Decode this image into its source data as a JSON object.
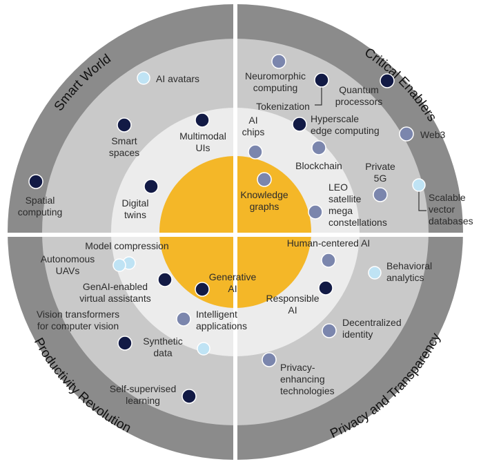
{
  "colors": {
    "outer_ring": "#8b8b8b",
    "ring2": "#c9c9c9",
    "ring3": "#ececec",
    "core": "#f4b728",
    "divider": "#ffffff",
    "dot_dark": "#121a45",
    "dot_mid": "#7b86ad",
    "dot_light": "#bfe3f4"
  },
  "quadrants": {
    "smart_world": "Smart World",
    "critical_enablers": "Critical Enablers",
    "productivity_revolution": "Productivity Revolution",
    "privacy_transparency": "Privacy and Transparency"
  },
  "items": [
    {
      "id": "ai-avatars",
      "lines": [
        "AI avatars"
      ],
      "tone": "light"
    },
    {
      "id": "smart-spaces",
      "lines": [
        "Smart",
        "spaces"
      ],
      "tone": "dark"
    },
    {
      "id": "multimodal-uis",
      "lines": [
        "Multimodal",
        "UIs"
      ],
      "tone": "dark"
    },
    {
      "id": "spatial-computing",
      "lines": [
        "Spatial",
        "computing"
      ],
      "tone": "dark"
    },
    {
      "id": "digital-twins",
      "lines": [
        "Digital",
        "twins"
      ],
      "tone": "dark"
    },
    {
      "id": "neuromorphic-computing",
      "lines": [
        "Neuromorphic",
        "computing"
      ],
      "tone": "mid"
    },
    {
      "id": "quantum-processors",
      "lines": [
        "Quantum",
        "processors"
      ],
      "tone": "dark"
    },
    {
      "id": "tokenization",
      "lines": [
        "Tokenization"
      ],
      "tone": "dark"
    },
    {
      "id": "hyperscale-edge",
      "lines": [
        "Hyperscale",
        "edge computing"
      ],
      "tone": "dark"
    },
    {
      "id": "ai-chips",
      "lines": [
        "AI",
        "chips"
      ],
      "tone": "mid"
    },
    {
      "id": "web3",
      "lines": [
        "Web3"
      ],
      "tone": "mid"
    },
    {
      "id": "blockchain",
      "lines": [
        "Blockchain"
      ],
      "tone": "mid"
    },
    {
      "id": "private-5g",
      "lines": [
        "Private",
        "5G"
      ],
      "tone": "mid"
    },
    {
      "id": "scalable-vector-db",
      "lines": [
        "Scalable",
        "vector",
        "databases"
      ],
      "tone": "light"
    },
    {
      "id": "knowledge-graphs",
      "lines": [
        "Knowledge",
        "graphs"
      ],
      "tone": "mid"
    },
    {
      "id": "leo-satellite",
      "lines": [
        "LEO",
        "satellite",
        "mega",
        "constellations"
      ],
      "tone": "mid"
    },
    {
      "id": "model-compression",
      "lines": [
        "Model compression"
      ],
      "tone": "light"
    },
    {
      "id": "autonomous-uavs",
      "lines": [
        "Autonomous",
        "UAVs"
      ],
      "tone": "light"
    },
    {
      "id": "genai-assistants",
      "lines": [
        "GenAI-enabled",
        "virtual assistants"
      ],
      "tone": "dark"
    },
    {
      "id": "generative-ai",
      "lines": [
        "Generative",
        "AI"
      ],
      "tone": "dark"
    },
    {
      "id": "intelligent-apps",
      "lines": [
        "Intelligent",
        "applications"
      ],
      "tone": "mid"
    },
    {
      "id": "vision-transformers",
      "lines": [
        "Vision transformers",
        "for computer vision"
      ],
      "tone": "dark"
    },
    {
      "id": "synthetic-data",
      "lines": [
        "Synthetic",
        "data"
      ],
      "tone": "light"
    },
    {
      "id": "self-supervised",
      "lines": [
        "Self-supervised",
        "learning"
      ],
      "tone": "dark"
    },
    {
      "id": "human-centered-ai",
      "lines": [
        "Human-centered  AI"
      ],
      "tone": "mid"
    },
    {
      "id": "behavioral-analytics",
      "lines": [
        "Behavioral",
        "analytics"
      ],
      "tone": "light"
    },
    {
      "id": "responsible-ai",
      "lines": [
        "Responsible",
        "AI"
      ],
      "tone": "dark"
    },
    {
      "id": "decentralized-identity",
      "lines": [
        "Decentralized",
        "identity"
      ],
      "tone": "mid"
    },
    {
      "id": "privacy-enhancing",
      "lines": [
        "Privacy-",
        "enhancing",
        "technologies"
      ],
      "tone": "mid"
    }
  ]
}
